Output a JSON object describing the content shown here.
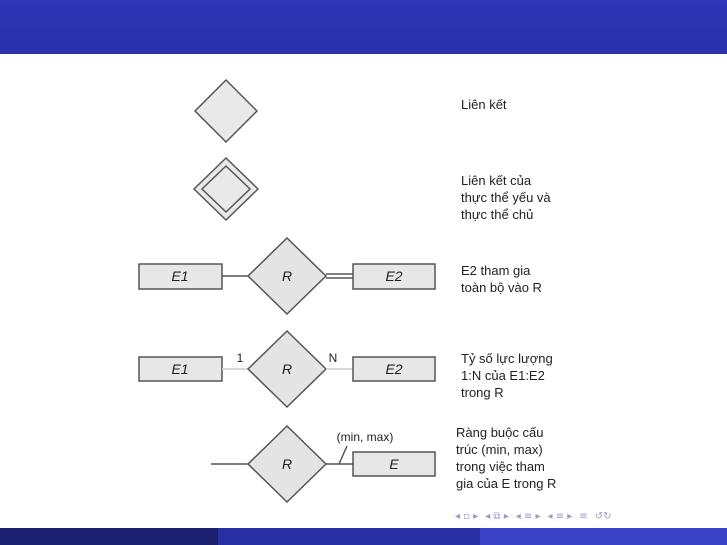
{
  "slide": {
    "colors": {
      "header": "#2f35b8",
      "footer_dark": "#1c2070",
      "footer_mid": "#2930a4",
      "footer_light": "#3a42c8"
    }
  },
  "notation": [
    {
      "description": "Liên kết"
    },
    {
      "description": "Liên kết của\nthực thể yếu và\nthực thể chủ"
    },
    {
      "description": "E2 tham gia\ntoàn bộ vào R",
      "left_entity": "E1",
      "relation": "R",
      "right_entity": "E2"
    },
    {
      "description": "Tỷ số lực lượng\n1:N của E1:E2\ntrong R",
      "left_entity": "E1",
      "relation": "R",
      "right_entity": "E2",
      "left_card": "1",
      "right_card": "N"
    },
    {
      "description": "Ràng buộc cấu\ntrúc (min, max)\ntrong việc tham\ngia của E trong R",
      "relation": "R",
      "entity": "E",
      "constraint": "(min, max)"
    }
  ],
  "nav": {
    "icons": [
      "nav-first-icon",
      "nav-frame-icon",
      "nav-prev-icon",
      "nav-section-icon",
      "nav-subsection-icon",
      "nav-align-icon",
      "nav-search-icon"
    ]
  }
}
